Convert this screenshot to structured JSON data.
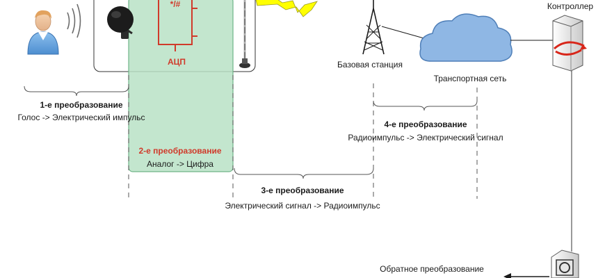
{
  "colors": {
    "adc_red": "#d03a2a",
    "stage2_fill": "#b9e2c6",
    "stage2_border": "#6fb488",
    "cloud_fill": "#8fb7e4",
    "cloud_stroke": "#4f7fb8",
    "lightning": "#ffff00",
    "bracket": "#555555",
    "text": "#1a1a1a"
  },
  "icons": [
    "user-icon",
    "sound-waves-icon",
    "microphone-icon",
    "adc-chip-icon",
    "antenna-icon",
    "lightning-icon",
    "tower-icon",
    "cloud-icon",
    "controller-server-icon",
    "server-icon",
    "arrow-left-icon"
  ],
  "labels": {
    "controller": "Контроллер",
    "base_station": "Базовая станция",
    "transport_network": "Транспортная сеть",
    "adc": "АЦП",
    "adc_symbol": "*/#",
    "reverse": "Обратное преобразование"
  },
  "stages": [
    {
      "title": "1-е преобразование",
      "desc": "Голос -> Электрический импульс"
    },
    {
      "title": "2-е преобразование",
      "desc": "Аналог -> Цифра"
    },
    {
      "title": "3-е преобразование",
      "desc": "Электрический сигнал -> Радиоимпульс"
    },
    {
      "title": "4-е преобразование",
      "desc": "Радиоимпульс -> Электрический сигнал"
    }
  ]
}
